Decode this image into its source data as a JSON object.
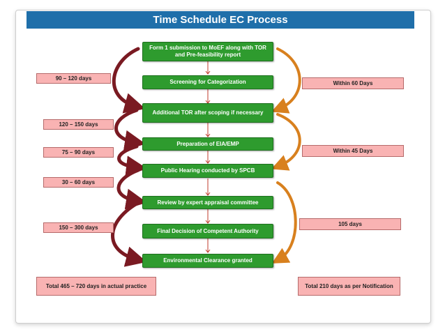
{
  "title": "Time Schedule EC Process",
  "steps": [
    "Form 1 submission to MoEF along with TOR and Pre-feasibility report",
    "Screening for Categorization",
    "Additional TOR after scoping if necessary",
    "Preparation of EIA/EMP",
    "Public Hearing conducted by SPCB",
    "Review by expert appraisal committee",
    "Final Decision of Competent Authority",
    "Environmental Clearance granted"
  ],
  "left_durations": [
    "90 – 120 days",
    "120 – 150 days",
    "75 – 90 days",
    "30 – 60 days",
    "150 – 300 days"
  ],
  "right_durations": [
    "Within 60 Days",
    "Within 45 Days",
    "105 days"
  ],
  "totals": {
    "actual": "Total 465 – 720 days in actual practice",
    "notification": "Total 210 days as per Notification"
  },
  "colors": {
    "title_bg": "#1f6faa",
    "step_bg": "#2e9b2e",
    "label_bg": "#f9b3b3",
    "left_arrow": "#7a1a22",
    "right_arrow": "#d8801e"
  }
}
